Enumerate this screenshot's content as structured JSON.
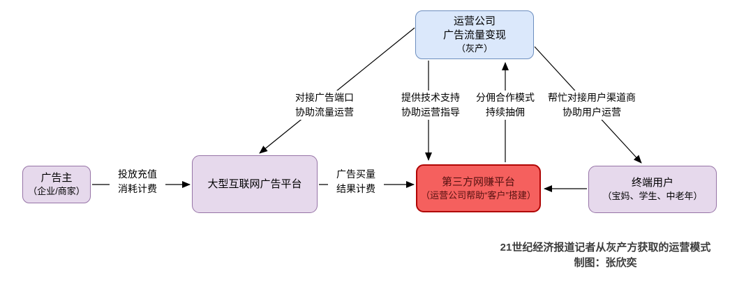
{
  "nodes": {
    "operator": {
      "line1": "运营公司",
      "line2": "广告流量变现",
      "line3": "（灰产）"
    },
    "advertiser": {
      "title": "广告主",
      "subtitle": "（企业/商家）"
    },
    "ad_platform": {
      "title": "大型互联网广告平台"
    },
    "third_party": {
      "title": "第三方网赚平台",
      "subtitle": "（运营公司帮助“客户”搭建）"
    },
    "end_user": {
      "title": "终端用户",
      "subtitle": "（宝妈、学生、中老年）"
    }
  },
  "edges": {
    "deposit": {
      "line1": "投放充值",
      "line2": "消耗计费"
    },
    "buy": {
      "line1": "广告买量",
      "line2": "结果计费"
    },
    "port": {
      "line1": "对接广告端口",
      "line2": "协助流量运营"
    },
    "tech": {
      "line1": "提供技术支持",
      "line2": "协助运营指导"
    },
    "commission": {
      "line1": "分佣合作模式",
      "line2": "持续抽佣"
    },
    "channel": {
      "line1": "帮忙对接用户渠道商",
      "line2": "协助用户运营"
    }
  },
  "caption": {
    "line1": "21世纪经济报道记者从灰产方获取的运营模式",
    "line2": "制图：张欣奕"
  },
  "colors": {
    "operator_fill": "#dbe8fb",
    "operator_border": "#6c8ebf",
    "purple_fill": "#e6d9ec",
    "purple_border": "#9673a6",
    "red_fill": "#f5605e",
    "red_border": "#b00504",
    "red_text": "#551110",
    "arrow": "#000000",
    "caption_text": "#3c3c3c"
  }
}
